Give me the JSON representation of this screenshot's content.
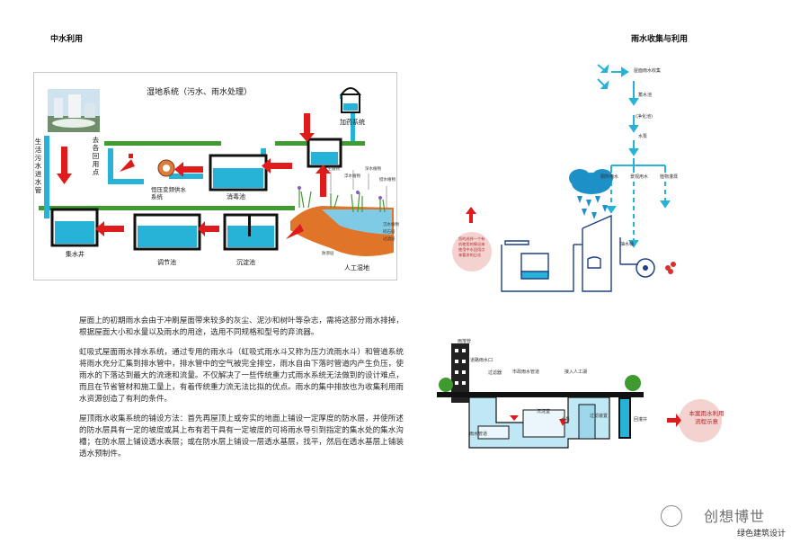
{
  "left_title": "中水利用",
  "right_title": "雨水收集与利用",
  "wetland": {
    "title": "湿地系统（污水、雨水处理）",
    "vertical_left": "生活污水进水管",
    "vertical_mid": "去各回用点",
    "labels": {
      "dosing": "加药系统",
      "pump": "恒压变频供水系统",
      "disinfect": "消毒池",
      "collect": "集水井",
      "regulate": "调节池",
      "settle": "沉淀池",
      "wetland": "人工湿地"
    },
    "plant_labels": [
      "水生植物",
      "深水植物",
      "浮水植物",
      "挺水植物",
      "沉水植物",
      "砾石层",
      "防渗层",
      "过滤层"
    ]
  },
  "rain_flow": {
    "nodes": {
      "roof": "屋面雨水收集",
      "tank": "蓄水池",
      "purify": "(净化池)",
      "pump": "水泵",
      "toilet": "厕所用水",
      "landscape": "景观用水",
      "irrigation": "植物灌溉"
    },
    "note": "您的选择一个有机使用的情况来使用中水回用点来要求的日志",
    "toilet_label": "抽水桶"
  },
  "section": {
    "labels": {
      "downpipe": "雨落管",
      "road_inlet": "道路雨水口",
      "filter": "过滤器",
      "municipal": "市政雨水管道",
      "wetland": "接入人工湖",
      "settle": "沉淀室",
      "pump": "水泵",
      "filter_tank": "过滤装置",
      "recharge": "回灌井",
      "pipe": "雨水管道"
    },
    "callout": "本案雨水利用流程示意"
  },
  "paragraphs": [
    "屋面上的初期雨水会由于冲刷屋面带来较多的灰尘、泥沙和树叶等杂志，需将这部分雨水排掉，根据屋面大小和水量以及雨水的用途，选用不同规格和型号的弃流器。",
    "虹吸式屋面雨水排水系统，通过专用的雨水斗（虹吸式雨水斗又称为压力流雨水斗）和管道系统将雨水充分汇集到排水管中，排水管中的空气被完全排空，雨水自由下落时管道内产生负压，使雨水的下落达到最大的流速和流量。不仅解决了一些传统重力式雨水系统无法做到的设计难点，而且在节省管材和施工量上，有着传统重力流无法比拟的优点。雨水的集中排放也为收集利用雨水资源创造了有利的条件。",
    "屋顶雨水收集系统的铺设方法：首先再屋顶上或夯实的地面上铺设一定厚度的防水层，并使所述的防水层具有一定的坡度或其上布有若干具有一定坡度的可将雨水导引到指定的集水处的集水沟槽；在防水层上铺设透水表层；或在防水层上铺设一层透水基层，找平，然后在透水基层上铺装透水预制件。"
  ],
  "watermark": {
    "brand": "创想博世",
    "sub": "绿色建筑设计"
  },
  "colors": {
    "water_blue": "#27b2d8",
    "arrow_red": "#e01b1b",
    "grass_green": "#3f9a2f",
    "soil_orange": "#e0752a",
    "dark_blue": "#1e3f8a"
  }
}
